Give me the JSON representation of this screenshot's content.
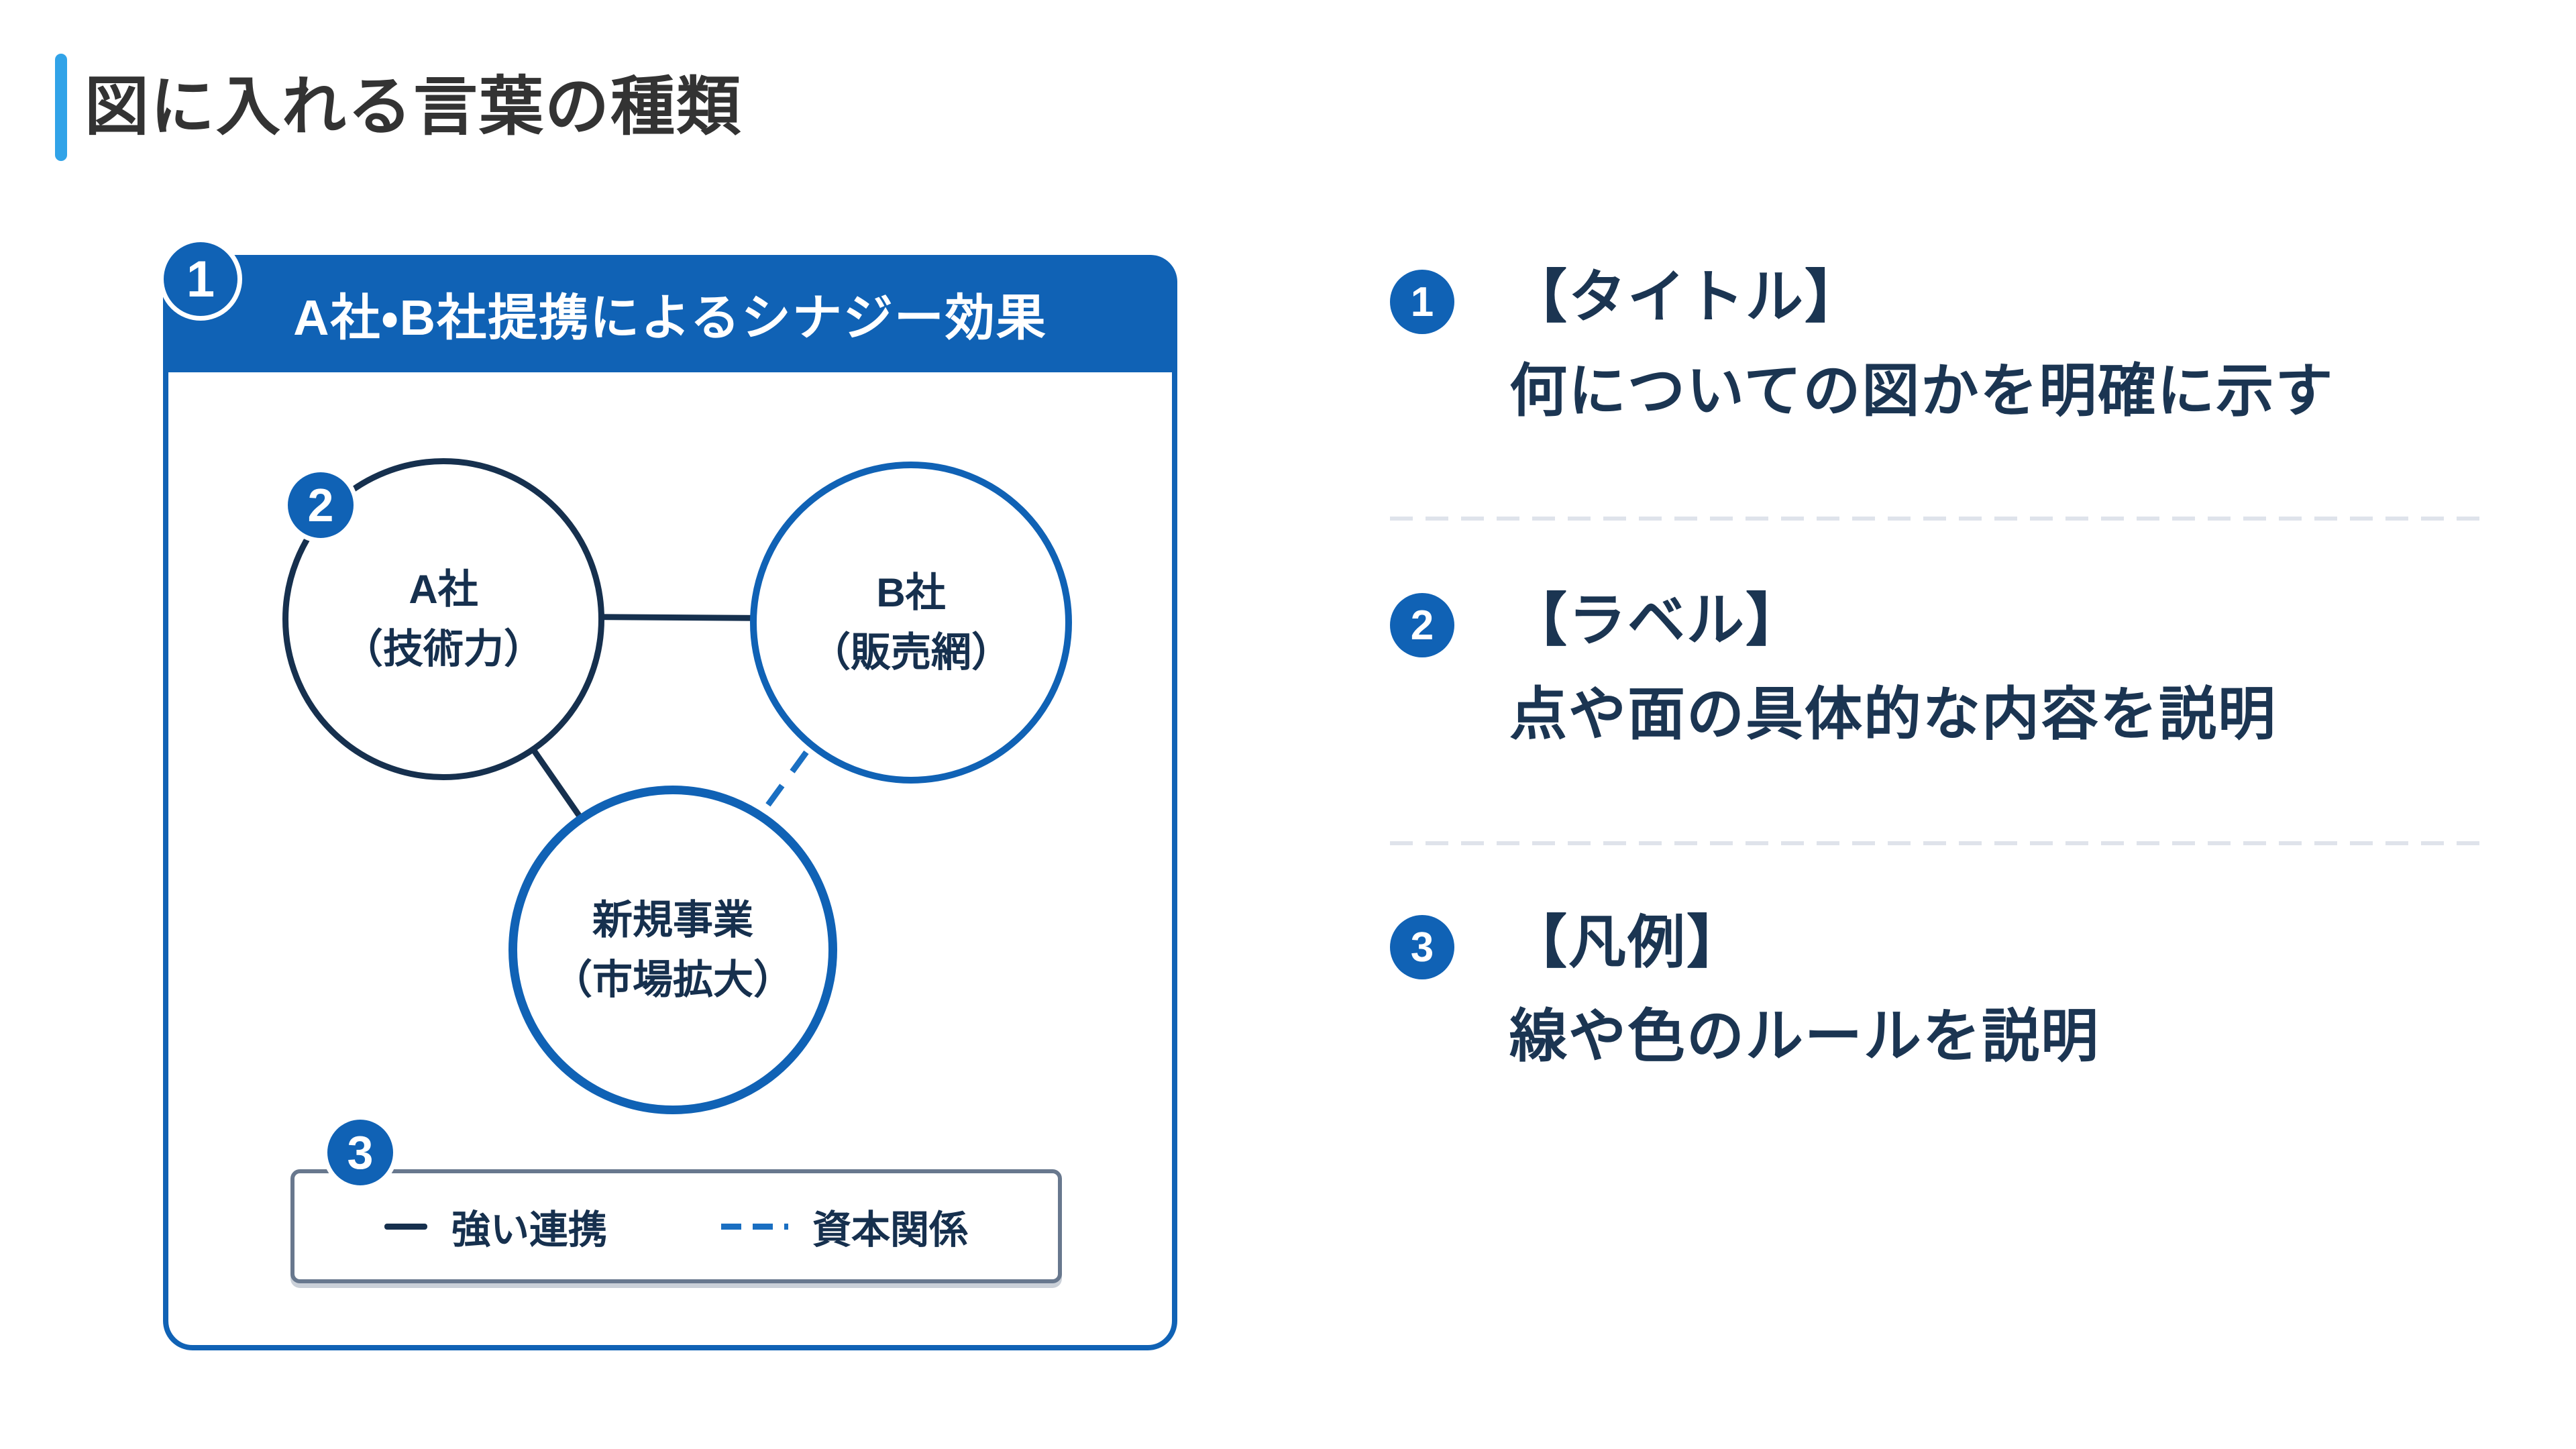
{
  "page": {
    "title": "図に入れる言葉の種類"
  },
  "card": {
    "badge": "1",
    "header_title": "A社・B社提携によるシナジー効果",
    "label_badge": "2",
    "nodes": [
      {
        "line1": "A社",
        "line2": "（技術力）"
      },
      {
        "line1": "B社",
        "line2": "（販売網）"
      },
      {
        "line1": "新規事業",
        "line2": "（市場拡大）"
      }
    ],
    "legend": {
      "badge": "3",
      "items": [
        {
          "style": "solid",
          "label": "強い連携"
        },
        {
          "style": "dashed",
          "label": "資本関係"
        }
      ]
    }
  },
  "explanations": [
    {
      "num": "1",
      "term": "【タイトル】",
      "desc": "何についての図かを明確に示す"
    },
    {
      "num": "2",
      "term": "【ラベル】",
      "desc": "点や面の具体的な内容を説明"
    },
    {
      "num": "3",
      "term": "【凡例】",
      "desc": "線や色のルールを説明"
    }
  ],
  "colors": {
    "primary_blue": "#1062B5",
    "dashed_blue": "#1A6FC2",
    "navy": "#16304E",
    "text_navy": "#1B3552",
    "accent_bar": "#31A3E8",
    "title_text": "#333333",
    "legend_border": "#68788E",
    "separator": "#DFE3EB"
  }
}
